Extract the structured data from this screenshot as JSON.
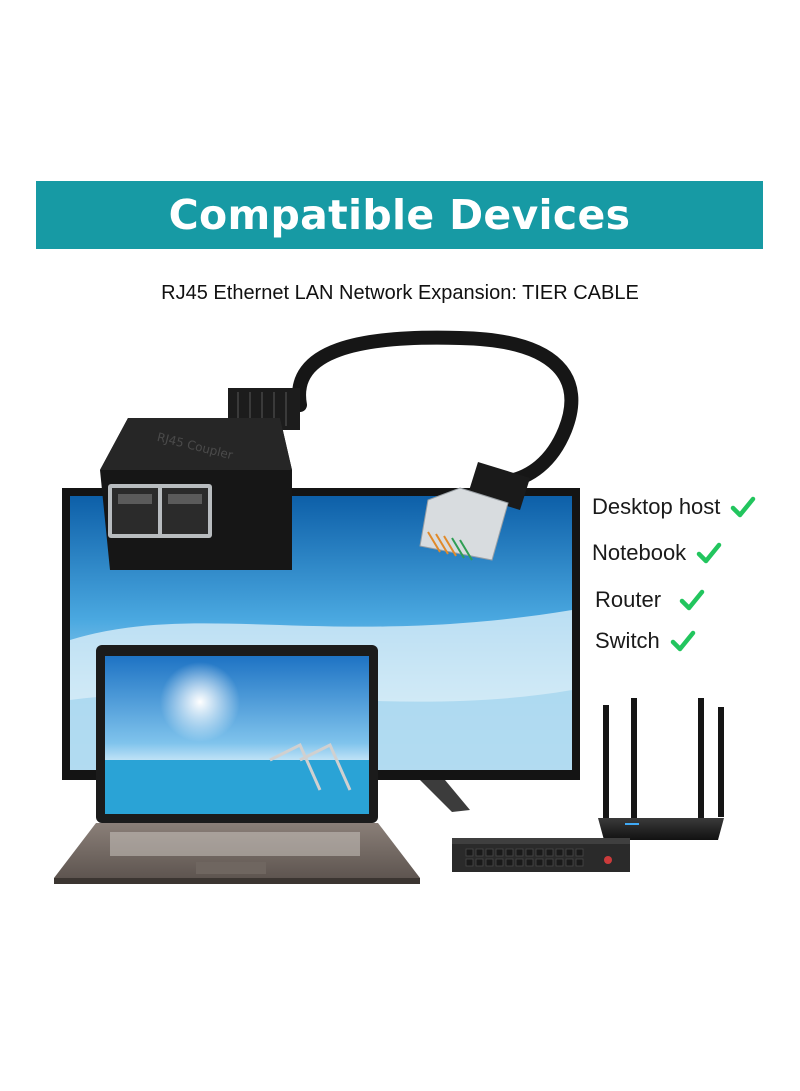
{
  "banner": {
    "title": "Compatible Devices",
    "color": "#179aa4"
  },
  "subtitle": "RJ45 Ethernet LAN Network Expansion: TIER CABLE",
  "product": {
    "coupler_label": "RJ45 Coupler"
  },
  "devices": [
    {
      "label": "Desktop host",
      "icon": "check-icon"
    },
    {
      "label": "Notebook",
      "icon": "check-icon"
    },
    {
      "label": "Router",
      "icon": "check-icon"
    },
    {
      "label": "Switch",
      "icon": "check-icon"
    }
  ],
  "colors": {
    "check": "#22c55e",
    "cable": "#161616"
  }
}
